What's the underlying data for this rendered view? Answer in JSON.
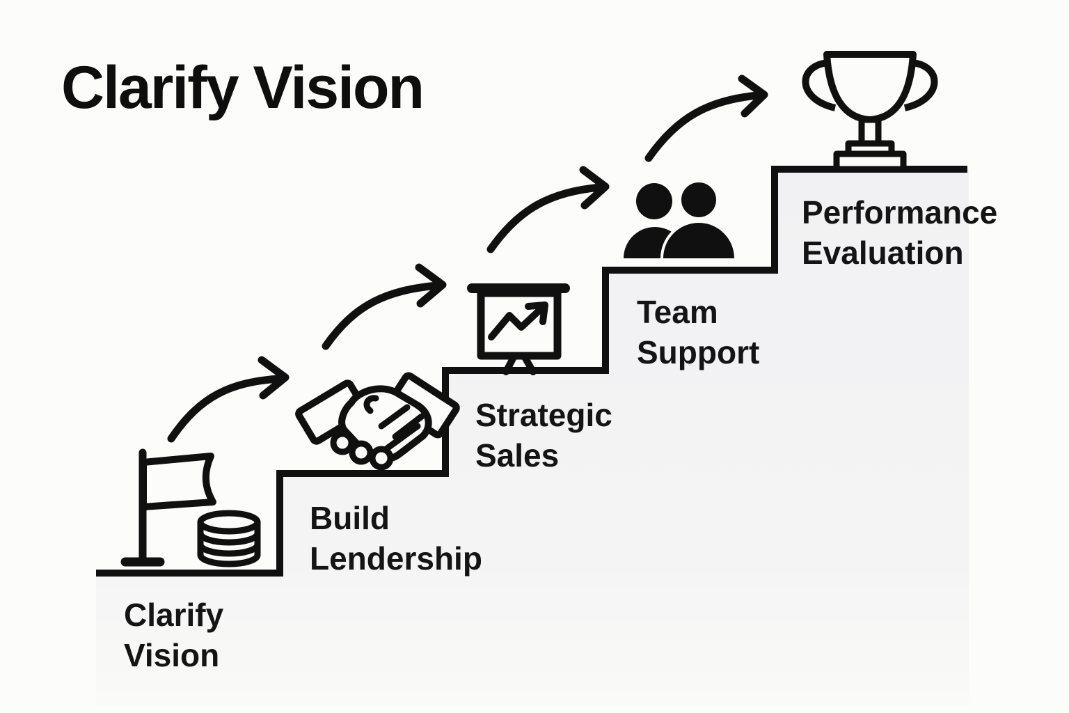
{
  "title": "Clarify Vision",
  "steps": [
    {
      "label_line1": "Clarify",
      "label_line2": "Vision",
      "icon": "flag-and-coins-icon"
    },
    {
      "label_line1": "Build",
      "label_line2": "Lendership",
      "icon": "handshake-icon"
    },
    {
      "label_line1": "Strategic",
      "label_line2": "Sales",
      "icon": "presentation-chart-icon"
    },
    {
      "label_line1": "Team",
      "label_line2": "Support",
      "icon": "team-icon"
    },
    {
      "label_line1": "Performance",
      "label_line2": "Evaluation",
      "icon": "trophy-icon"
    }
  ],
  "arrows": {
    "count": 4,
    "style": "curved-up-right"
  },
  "colors": {
    "background": "#fcfcfb",
    "staircase_fill": "#f3f3f4",
    "line": "#101010",
    "text": "#141414"
  }
}
